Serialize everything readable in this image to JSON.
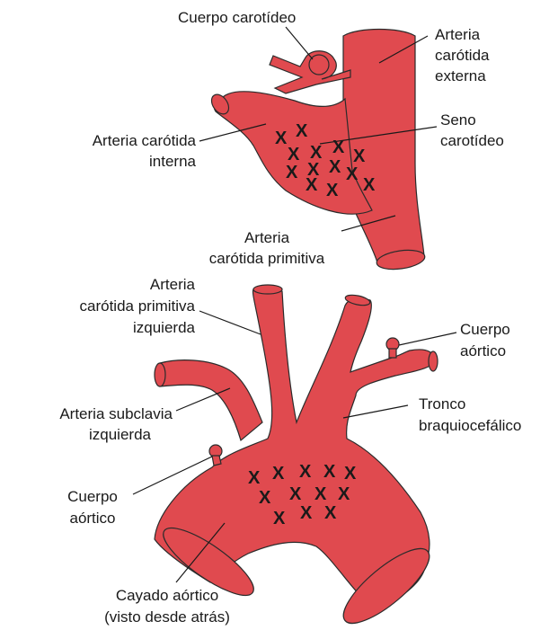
{
  "colors": {
    "vessel": "#e04a4f",
    "outline": "#2b2b2b",
    "text": "#1a1a1a",
    "background": "#ffffff"
  },
  "labels": {
    "cuerpo_carotideo": "Cuerpo carotídeo",
    "ace_1": "Arteria",
    "ace_2": "carótida",
    "ace_3": "externa",
    "aci_1": "Arteria carótida",
    "aci_2": "interna",
    "seno_1": "Seno",
    "seno_2": "carotídeo",
    "acp_1": "Arteria",
    "acp_2": "carótida primitiva",
    "acpi_1": "Arteria",
    "acpi_2": "carótida primitiva",
    "acpi_3": "izquierda",
    "ca_right_1": "Cuerpo",
    "ca_right_2": "aórtico",
    "asi_1": "Arteria subclavia",
    "asi_2": "izquierda",
    "tb_1": "Tronco",
    "tb_2": "braquiocefálico",
    "ca_left_1": "Cuerpo",
    "ca_left_2": "aórtico",
    "cayado_1": "Cayado aórtico",
    "cayado_2": "(visto desde atrás)"
  },
  "marks": {
    "receptor_symbol": "X"
  }
}
